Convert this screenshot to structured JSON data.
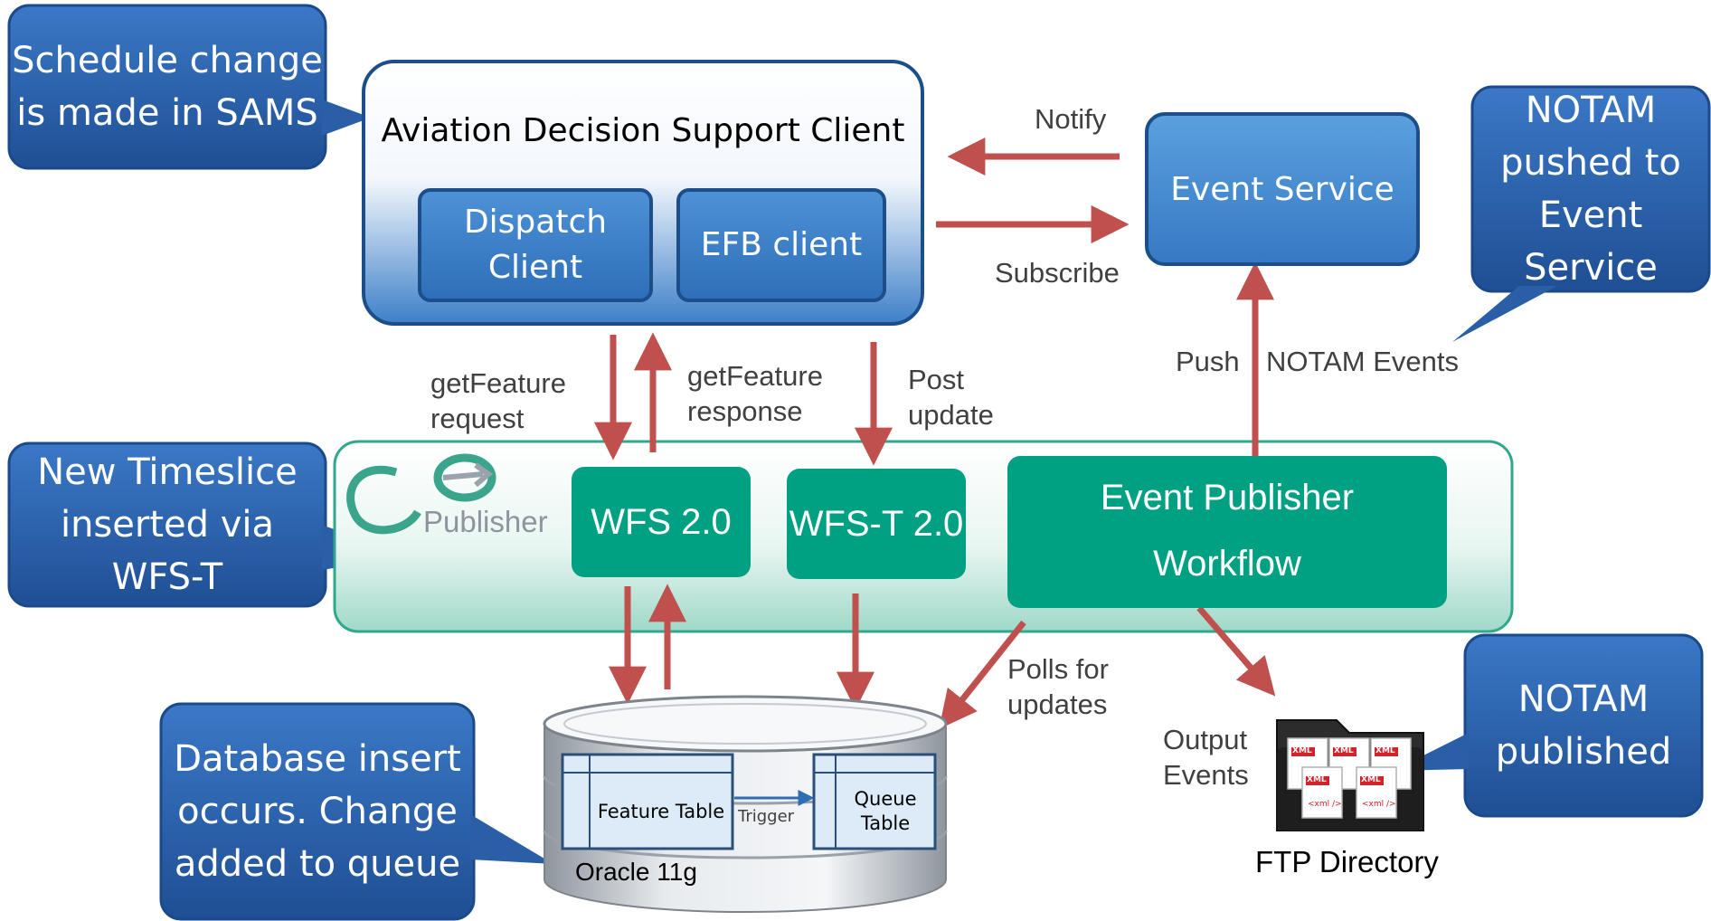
{
  "callouts": {
    "schedule": "Schedule change is made in SAMS",
    "notam_pushed": "NOTAM pushed to Event Service",
    "timeslice": "New Timeslice inserted via WFS-T",
    "database": "Database insert occurs. Change added to queue",
    "notam_published": "NOTAM published"
  },
  "client": {
    "title": "Aviation Decision Support Client",
    "dispatch": "Dispatch Client",
    "efb": "EFB client"
  },
  "event_service": "Event Service",
  "labels": {
    "notify": "Notify",
    "subscribe": "Subscribe",
    "getfeature_request": "getFeature request",
    "getfeature_response": "getFeature response",
    "post_update": "Post update",
    "push": "Push",
    "notam_events": "NOTAM Events",
    "polls": "Polls for updates",
    "output_events": "Output Events",
    "trigger": "Trigger"
  },
  "publisher": {
    "logo_go": "GO",
    "logo_text": "Publisher",
    "wfs": "WFS 2.0",
    "wfst": "WFS-T 2.0",
    "event_pub_line1": "Event Publisher",
    "event_pub_line2": "Workflow"
  },
  "database": {
    "feature_table": "Feature Table",
    "queue_table": "Queue Table",
    "oracle": "Oracle 11g"
  },
  "ftp": {
    "label": "FTP Directory",
    "xml": "XML",
    "xml_tag": "<xml />"
  },
  "colors": {
    "callout_blue": "#2b63b2",
    "arrow_red": "#c0504d",
    "publisher_green": "#00a083"
  }
}
